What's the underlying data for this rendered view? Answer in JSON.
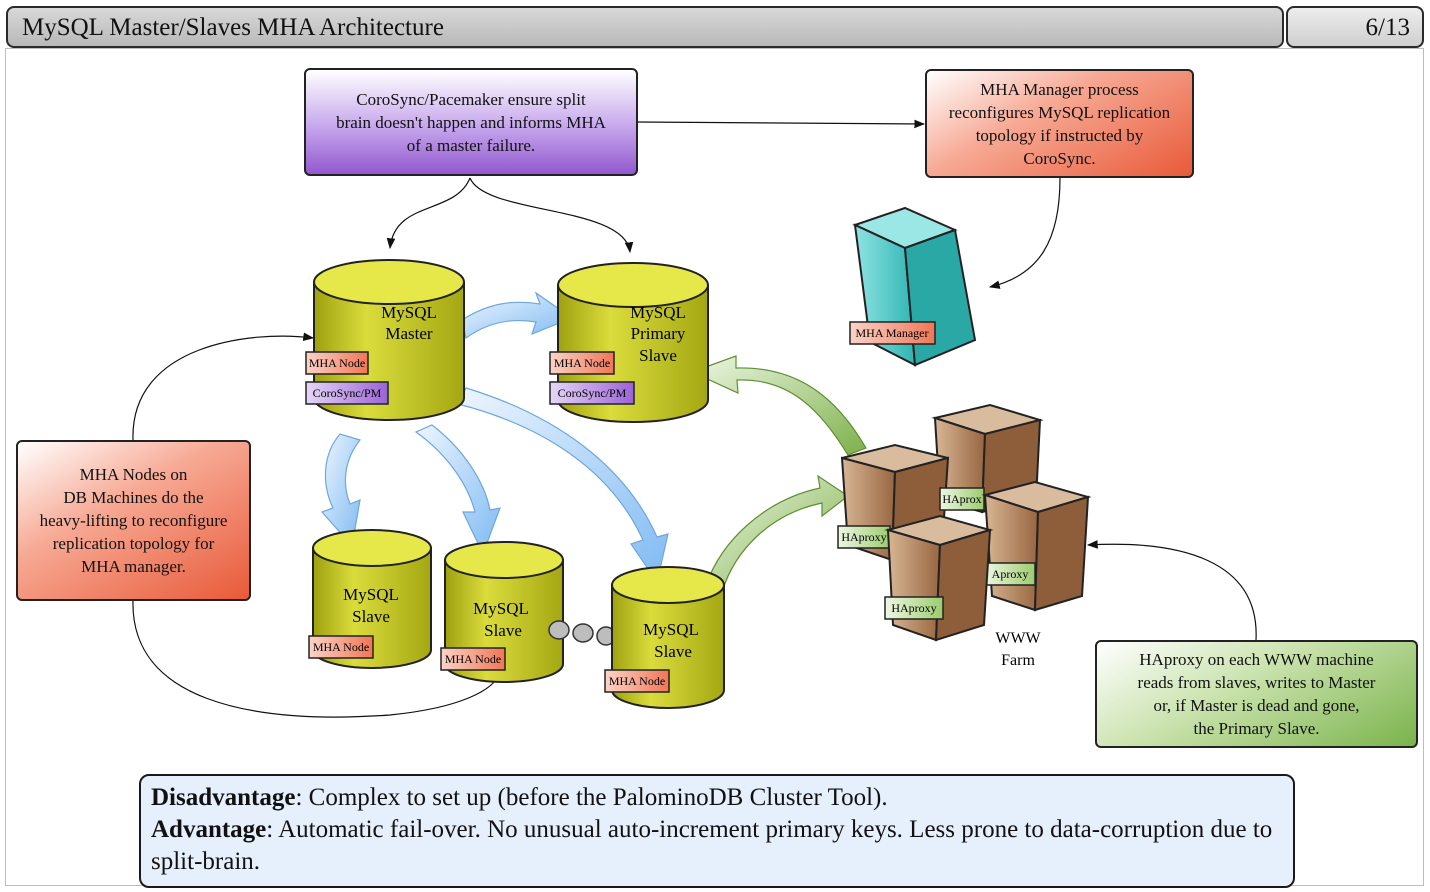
{
  "header": {
    "title": "MySQL Master/Slaves MHA Architecture",
    "page": "6/13"
  },
  "notes": {
    "corosync": "CoroSync/Pacemaker ensure split\nbrain doesn't happen and informs MHA\nof a master failure.",
    "mha_manager": "MHA Manager process\nreconfigures MySQL replication\ntopology if instructed by\nCoroSync.",
    "mha_nodes": "MHA Nodes on\nDB Machines do the\nheavy-lifting to reconfigure\nreplication topology for\nMHA manager.",
    "haproxy": "HAproxy on each WWW machine\nreads from slaves, writes to Master\nor, if Master is dead and gone,\nthe Primary Slave."
  },
  "databases": {
    "master": {
      "line1": "MySQL",
      "line2": "Master",
      "tag1": "MHA Node",
      "tag2": "CoroSync/PM"
    },
    "primary_slave": {
      "line1": "MySQL",
      "line2": "Primary",
      "line3": "Slave",
      "tag1": "MHA Node",
      "tag2": "CoroSync/PM"
    },
    "slave1": {
      "line1": "MySQL",
      "line2": "Slave",
      "tag": "MHA Node"
    },
    "slave2": {
      "line1": "MySQL",
      "line2": "Slave",
      "tag": "MHA Node"
    },
    "slave3": {
      "line1": "MySQL",
      "line2": "Slave",
      "tag": "MHA Node"
    }
  },
  "manager_server": {
    "tag": "MHA Manager"
  },
  "www_farm": {
    "line1": "WWW",
    "line2": "Farm",
    "tags": [
      "HAproxy",
      "HAprox",
      "Aproxy",
      "HAproxy"
    ]
  },
  "footer": {
    "disadvantage_label": "Disadvantage",
    "disadvantage_text": ": Complex to set up (before the PalominoDB Cluster Tool).",
    "advantage_label": "Advantage",
    "advantage_text": ": Automatic fail-over. No unusual auto-increment primary keys. Less prone to data-corruption due to split-brain."
  },
  "colors": {
    "db_fill": "#c6c81e",
    "db_top": "#e6e84a",
    "server_teal": "#3cc6c4",
    "www_brown": "#a97a55",
    "arrow_blue": "#8cc3f4",
    "arrow_green": "#8fc25a"
  }
}
